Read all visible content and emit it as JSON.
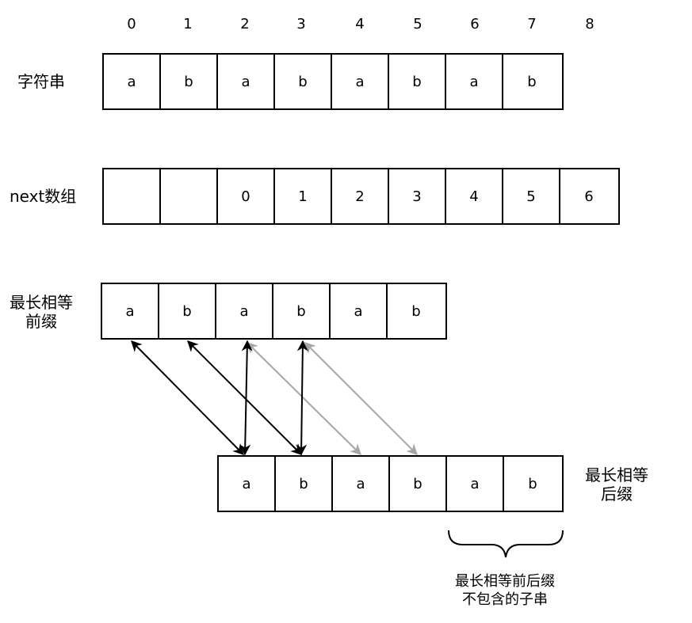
{
  "indices": [
    "0",
    "1",
    "2",
    "3",
    "4",
    "5",
    "6",
    "7",
    "8"
  ],
  "string_row": {
    "label": "字符串",
    "cells": [
      "a",
      "b",
      "a",
      "b",
      "a",
      "b",
      "a",
      "b"
    ]
  },
  "next_row": {
    "label": "next数组",
    "cells": [
      "",
      "",
      "0",
      "1",
      "2",
      "3",
      "4",
      "5",
      "6"
    ]
  },
  "prefix_row": {
    "label_line1": "最长相等",
    "label_line2": "前缀",
    "cells": [
      "a",
      "b",
      "a",
      "b",
      "a",
      "b"
    ]
  },
  "suffix_row": {
    "label_line1": "最长相等",
    "label_line2": "后缀",
    "cells": [
      "a",
      "b",
      "a",
      "b",
      "a",
      "b"
    ]
  },
  "brace_note": {
    "line1": "最长相等前后缀",
    "line2": "不包含的子串"
  },
  "colors": {
    "stroke": "#000000",
    "arrow_dark": "#000000",
    "arrow_light": "#a6a6a6"
  }
}
